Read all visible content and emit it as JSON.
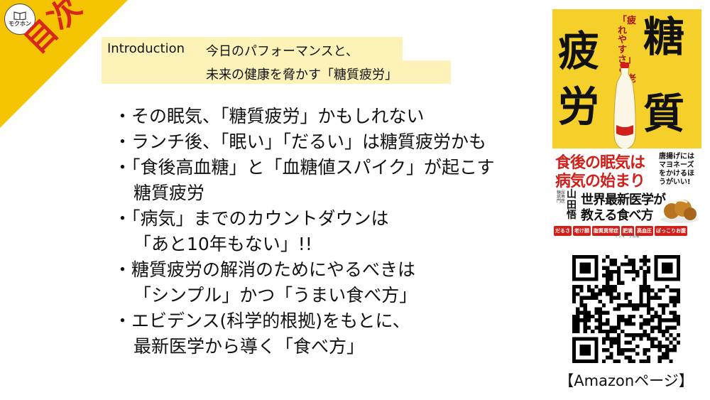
{
  "brand": {
    "logo_text": "モクホン",
    "corner_label": "目次"
  },
  "header": {
    "intro_label": "Introduction",
    "title_line1": "今日のパフォーマンスと、",
    "title_line2": "未来の健康を脅かす「糖質疲労」"
  },
  "bullets": [
    {
      "lines": [
        "・その眠気、「糖質疲労」かもしれない"
      ]
    },
    {
      "lines": [
        "・ランチ後、「眠い」「だるい」は糖質疲労かも"
      ]
    },
    {
      "lines": [
        "・「食後高血糖」と「血糖値スパイク」が起こす",
        "糖質疲労"
      ]
    },
    {
      "lines": [
        "・「病気」までのカウントダウンは",
        "「あと10年もない」!!"
      ]
    },
    {
      "lines": [
        "・糖質疲労の解消のためにやるべきは",
        "「シンプル」かつ「うまい食べ方」"
      ]
    },
    {
      "lines": [
        "・エビデンス(科学的根拠)をもとに、",
        "最新医学から導く「食べ方」"
      ]
    }
  ],
  "book_cover": {
    "char_1": "疲",
    "char_2": "労",
    "char_3": "糖",
    "char_4": "質",
    "subtitle": "「疲れやすさ」と「老化」の正体",
    "headline_1": "食後の眠気は",
    "headline_2": "病気の始まり",
    "side_text": "唐揚げにはマヨネーズをかけるほうがいい!",
    "author_note": "糖尿病専門医",
    "author": "山田悟",
    "subhead_1": "世界最新医学が",
    "subhead_2": "教える食べ方",
    "tags": [
      "だるさ",
      "老け顔",
      "脂質異常症",
      "肥満",
      "高血圧",
      "ぽっこりお腹"
    ],
    "publisher": "サンマーク出版"
  },
  "amazon_label": "【Amazonページ】",
  "colors": {
    "corner": "#f5c400",
    "corner_text": "#d7261e",
    "highlight": "#fdf3b8",
    "cover_yellow": "#f5cf2a",
    "cover_red": "#d11f1a"
  }
}
